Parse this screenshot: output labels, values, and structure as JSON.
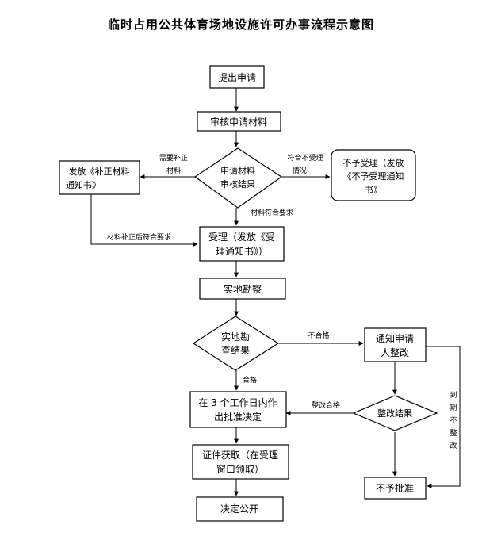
{
  "title": "临时占用公共体育场地设施许可办事流程示意图",
  "nodes": {
    "submit": "提出申请",
    "review": "审核申请材料",
    "review_result": [
      "申请材料",
      "审核结果"
    ],
    "notice_supplement": [
      "发放《补正材料",
      "通知书》"
    ],
    "reject_notice": [
      "不予受理（发放",
      "《不予受理通知",
      "书》"
    ],
    "accept": [
      "受理（发放《受",
      "理通知书》）"
    ],
    "inspect": "实地勘察",
    "inspect_result": [
      "实地勘",
      "查结果"
    ],
    "notify_rectify": [
      "通知申请",
      "人整改"
    ],
    "decision": [
      "在 3 个工作日内作",
      "出批准决定"
    ],
    "rectify_result": "整改结果",
    "obtain_cert": [
      "证件获取（在受理",
      "窗口领取）"
    ],
    "deny": "不予批准",
    "publish": "决定公开"
  },
  "edge_labels": {
    "need_supplement": [
      "需要补正",
      "材料"
    ],
    "not_qualified": [
      "符合不受理",
      "情况"
    ],
    "meets_requirements": "材料符合要求",
    "supplement_meets": "材料补正后符合要求",
    "fail": "不合格",
    "pass": "合格",
    "rectify_pass": "整改合格",
    "overdue": [
      "到",
      "期",
      "不",
      "整",
      "改"
    ]
  }
}
